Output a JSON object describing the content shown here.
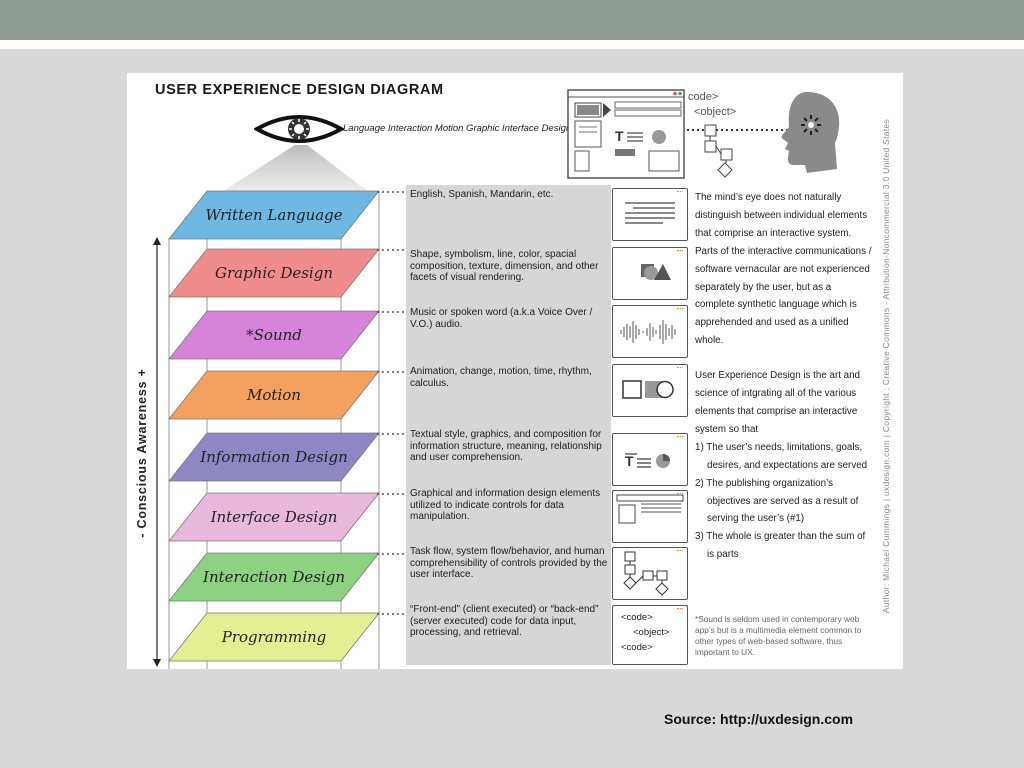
{
  "diagram": {
    "title": "USER EXPERIENCE DESIGN DIAGRAM",
    "eye_caption": "Language Interaction Motion Graphic Interface Design",
    "vertical_axis_label": "- Conscious Awareness +",
    "copyright_text": "Author: Michael Cummings | uxdesign.com | Copyright : Creative Commons - Attribution-Noncommercial 3.0 United States",
    "header_code_tag": "code>",
    "header_object_tag": "<object>",
    "layers": [
      {
        "label": "Written Language",
        "color": "#6fb8e4",
        "description": "English, Spanish, Mandarin, etc."
      },
      {
        "label": "Graphic Design",
        "color": "#f08c8c",
        "description": "Shape, symbolism, line, color, spacial composition, texture, dimension, and other facets of visual rendering."
      },
      {
        "label": "*Sound",
        "color": "#d584d9",
        "description": "Music or spoken word (a.k.a Voice Over / V.O.) audio."
      },
      {
        "label": "Motion",
        "color": "#f4a05e",
        "description": "Animation, change, motion, time, rhythm, calculus."
      },
      {
        "label": "Information Design",
        "color": "#8f86c4",
        "description": "Textual style, graphics, and composition for information structure, meaning, relationship and user comprehension."
      },
      {
        "label": "Interface Design",
        "color": "#e9b8dd",
        "description": "Graphical and information design elements utilized to indicate controls for data manipulation."
      },
      {
        "label": "Interaction Design",
        "color": "#8cd280",
        "description": "Task flow, system flow/behavior, and human comprehensibility of controls provided by the user interface."
      },
      {
        "label": "Programming",
        "color": "#e4ef93",
        "description": "“Front-end” (client executed) or “back-end” (server executed) code for data input, processing, and retrieval."
      }
    ],
    "code_icon_lines": [
      "<code>",
      "<object>",
      "<code>"
    ],
    "right_paragraph_1": "The mind’s eye does not naturally distinguish between individual elements that comprise an interactive system. Parts of the interactive communications / software vernacular are not experienced separately by the user, but as a complete synthetic language which is apprehended and used as a unified whole.",
    "right_paragraph_2": "User Experience Design is the art and science of intgrating all of the various elements that comprise an interactive system so that",
    "right_list": [
      "1) The user’s needs, limitations, goals, desires, and expectations are served",
      "2) The publishing organization’s objectives are served as a result of serving the user’s (#1)",
      "3) The whole is greater than the sum of is parts"
    ],
    "footnote": "*Sound is seldom used in contemporary web app’s but is a multimedia element common to other types of web-based software, thus important to UX."
  },
  "source_caption": "Source: http://uxdesign.com"
}
